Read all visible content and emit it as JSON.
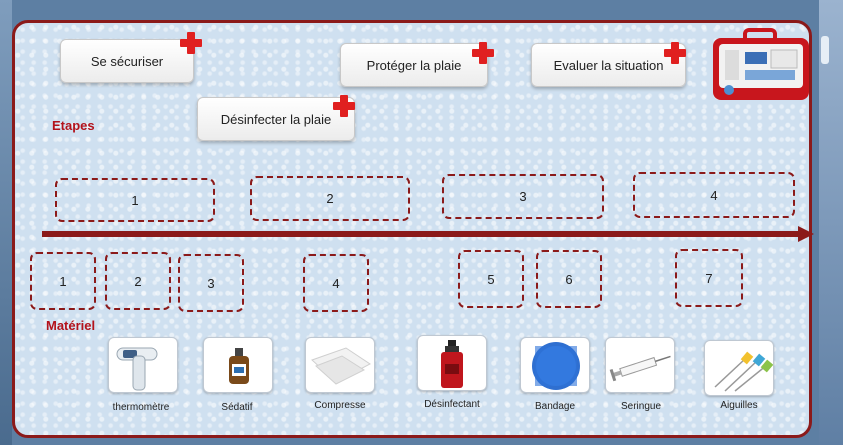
{
  "steps_buttons": {
    "se_securiser": "Se sécuriser",
    "proteger": "Protéger la plaie",
    "evaluer": "Evaluer la situation",
    "desinfecter": "Désinfecter la plaie"
  },
  "labels": {
    "etapes": "Etapes",
    "materiel": "Matériel"
  },
  "step_slots": [
    "1",
    "2",
    "3",
    "4"
  ],
  "material_slots": [
    "1",
    "2",
    "3",
    "4",
    "5",
    "6",
    "7"
  ],
  "materials": [
    {
      "label": "thermomètre",
      "icon": "thermometer-icon"
    },
    {
      "label": "Sédatif",
      "icon": "sedative-bottle-icon"
    },
    {
      "label": "Compresse",
      "icon": "compress-icon"
    },
    {
      "label": "Désinfectant",
      "icon": "disinfectant-icon"
    },
    {
      "label": "Bandage",
      "icon": "bandage-icon"
    },
    {
      "label": "Seringue",
      "icon": "syringe-icon"
    },
    {
      "label": "Aiguilles",
      "icon": "needles-icon"
    }
  ],
  "colors": {
    "accent": "#8b1a1a",
    "cross": "#e02020",
    "label": "#b3121b",
    "panel": "#cfe0f0"
  }
}
